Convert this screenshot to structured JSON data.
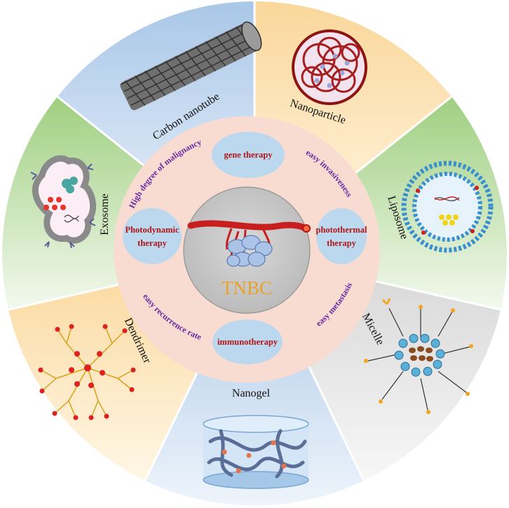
{
  "center": {
    "label": "TNBC"
  },
  "segments": [
    {
      "id": "carbon-nanotube",
      "label": "Carbon nanotube",
      "color": "#bcd3ec",
      "icon": "carbon-nanotube-icon"
    },
    {
      "id": "nanoparticle",
      "label": "Nanoparticle",
      "color": "#fbe3b4",
      "icon": "nanoparticle-icon"
    },
    {
      "id": "liposome",
      "label": "Liposome",
      "color": "#b9dba0",
      "icon": "liposome-icon"
    },
    {
      "id": "micelle",
      "label": "Micelle",
      "color": "#e4e4e4",
      "icon": "micelle-icon"
    },
    {
      "id": "nanogel",
      "label": "Nanogel",
      "color": "#bdd3ec",
      "icon": "nanogel-icon"
    },
    {
      "id": "dendrimer",
      "label": "Dendrimer",
      "color": "#fbe3b4",
      "icon": "dendrimer-icon"
    },
    {
      "id": "exosome",
      "label": "Exosome",
      "color": "#b9dba0",
      "icon": "exosome-icon"
    }
  ],
  "therapies": {
    "gene": "gene therapy",
    "photothermal_line1": "photothermal",
    "photothermal_line2": "therapy",
    "photodynamic_line1": "Photodynamic",
    "photodynamic_line2": "therapy",
    "immuno": "immunotherapy"
  },
  "features": {
    "malignancy": "High degree of malignancy",
    "invasiveness": "easy invasiveness",
    "metastasis": "easy metastasis",
    "recurrence": "easy recurrence rate"
  },
  "colors": {
    "ring": "#f8dcd2",
    "core": "#cdcdcd",
    "bubble": "#bcd8ef",
    "therapy_text": "#b01515",
    "feature_text": "#6a2aa0",
    "center_text": "#e8a22a",
    "vessel": "#c81e1e"
  }
}
